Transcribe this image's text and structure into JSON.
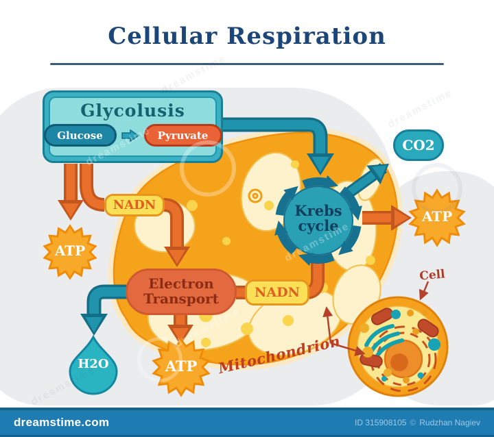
{
  "title": "Cellular Respiration",
  "diagram": {
    "glycolysis": {
      "title": "Glycolusis",
      "substrate": "Glucose",
      "product": "Pyruvate"
    },
    "nadh_top": "NADN",
    "nadh_bottom": "NADN",
    "krebs": "Krebs cycle",
    "electron_transport": "Electron Transport",
    "co2": "CO2",
    "atp_left": "ATP",
    "atp_right": "ATP",
    "atp_bottom": "ATP",
    "h2o": "H2O",
    "mitochondrion_label": "Mitochondrion",
    "cell_label": "Cell"
  },
  "watermark": {
    "text": "dreamstime"
  },
  "footer": {
    "site": "dreamstime.com",
    "image_id": "ID 315908105",
    "copyright": "©",
    "author": "Rudzhan Nagiev"
  },
  "colors": {
    "teal": "#2aa3b8",
    "teal_dark": "#15718f",
    "orange": "#e8702a",
    "orange_dark": "#c2561d",
    "gold": "#f9a92a",
    "navy": "#1d4678",
    "bar_blue": "#1e7cb3"
  }
}
